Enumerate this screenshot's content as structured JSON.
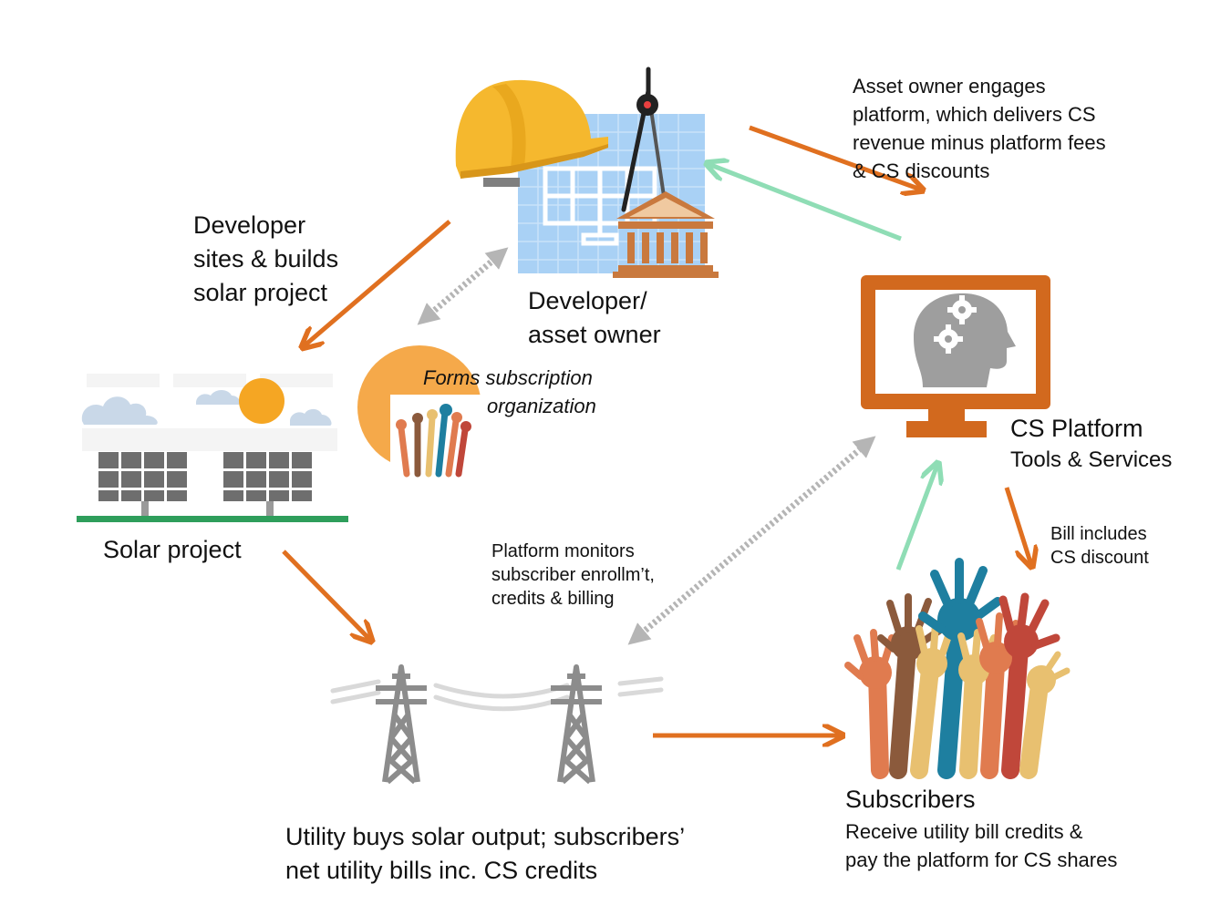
{
  "colors": {
    "flow_arrow": "#E07020",
    "return_arrow": "#8FDDB5",
    "dotted_arrow": "#B5B5B5",
    "monitor": "#D2691E",
    "helmet": "#F5B82E",
    "panel": "#A9D1F5",
    "building": "#C9793E",
    "sun": "#F5A623",
    "ground": "#2E9E5B",
    "tower": "#8C8C8C"
  },
  "icons": {
    "developer": "hard-hat-panel-compass-bank-icon",
    "solar_project": "solar-panels-sun-clouds-icon",
    "subscription_org": "raised-hands-circle-icon",
    "platform": "monitor-head-gears-icon",
    "utility": "transmission-towers-icon",
    "subscribers": "raised-hands-icon"
  },
  "labels": {
    "developer": [
      "Developer/",
      "asset owner"
    ],
    "developer_step": [
      "Developer",
      "sites & builds",
      "solar project"
    ],
    "asset_owner_step": [
      "Asset owner engages",
      "platform, which delivers CS",
      "revenue minus platform fees",
      "& CS discounts"
    ],
    "forms_org": [
      "Forms subscription",
      "organization"
    ],
    "solar_project": "Solar project",
    "platform_title": "CS Platform",
    "platform_subtitle": "Tools & Services",
    "bill_note": [
      "Bill includes",
      "CS discount"
    ],
    "monitor_note": [
      "Platform monitors",
      "subscriber enrollm’t,",
      "credits & billing"
    ],
    "utility": [
      "Utility buys solar output; subscribers’",
      "net utility bills inc. CS credits"
    ],
    "subscribers_title": "Subscribers",
    "subscribers_desc": [
      "Receive utility bill credits &",
      "pay the platform for CS shares"
    ]
  }
}
